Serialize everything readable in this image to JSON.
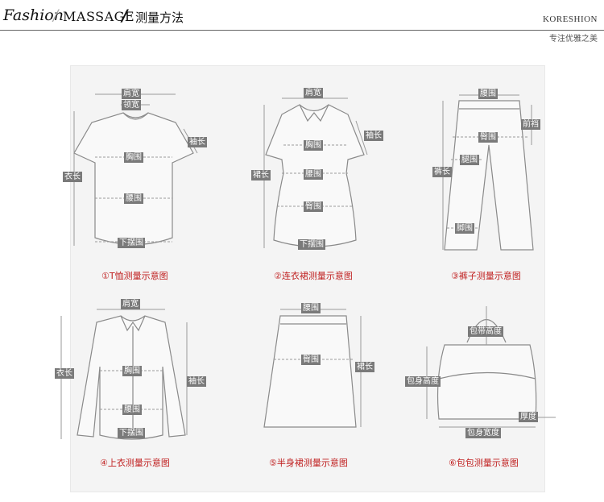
{
  "header": {
    "brand_fashion": "Fashion",
    "brand_slash": "/",
    "brand_massage": "MASSAGE",
    "section_slash": "/",
    "section_title": "测量方法",
    "logo": "KORESHION",
    "tagline": "专注优雅之美"
  },
  "garments": {
    "tshirt": {
      "caption": "①T恤测量示意图",
      "labels": {
        "shoulder": "肩宽",
        "collar": "领宽",
        "sleeve": "袖长",
        "chest": "胸围",
        "length": "衣长",
        "waist": "腰围",
        "hem": "下摆围"
      }
    },
    "dress": {
      "caption": "②连衣裙测量示意图",
      "labels": {
        "shoulder": "肩宽",
        "sleeve": "袖长",
        "chest": "胸围",
        "length": "裙长",
        "waist": "腰围",
        "hip": "臀围",
        "hem": "下摆围"
      }
    },
    "pants": {
      "caption": "③裤子测量示意图",
      "labels": {
        "waist": "腰围",
        "front_rise": "前裆",
        "hip": "臀围",
        "length": "裤长",
        "thigh": "腿围",
        "leg_opening": "脚围"
      }
    },
    "shirt": {
      "caption": "④上衣测量示意图",
      "labels": {
        "shoulder": "肩宽",
        "length": "衣长",
        "chest": "胸围",
        "sleeve": "袖长",
        "waist": "腰围",
        "hem": "下摆围"
      }
    },
    "skirt": {
      "caption": "⑤半身裙测量示意图",
      "labels": {
        "waist": "腰围",
        "hip": "臀围",
        "length": "裙长"
      }
    },
    "bag": {
      "caption": "⑥包包测量示意图",
      "labels": {
        "handle_height": "包带高度",
        "bag_height": "包身高度",
        "thickness": "厚度",
        "bag_width": "包身宽度"
      }
    }
  }
}
